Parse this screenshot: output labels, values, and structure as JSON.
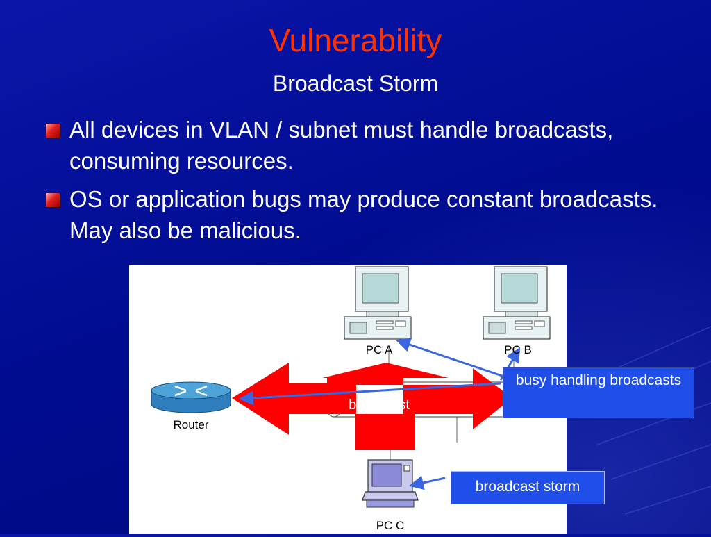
{
  "slide": {
    "title": "Vulnerability",
    "subtitle": "Broadcast Storm",
    "bullets": [
      "All devices in VLAN / subnet must handle broadcasts, consuming resources.",
      "OS or application bugs may produce constant broadcasts. May also be malicious."
    ]
  },
  "diagram": {
    "pc_a_label": "PC A",
    "pc_b_label": "PC B",
    "pc_c_label": "PC C",
    "router_label": "Router",
    "broadcast_label": "broadcast",
    "callout_busy": "busy handling broadcasts",
    "callout_storm": "broadcast storm"
  },
  "colors": {
    "background": "#000a99",
    "title": "#ff3300",
    "arrow_red": "#ff0000",
    "callout_blue": "#1f4fe8",
    "pointer_blue": "#3a66e0"
  }
}
